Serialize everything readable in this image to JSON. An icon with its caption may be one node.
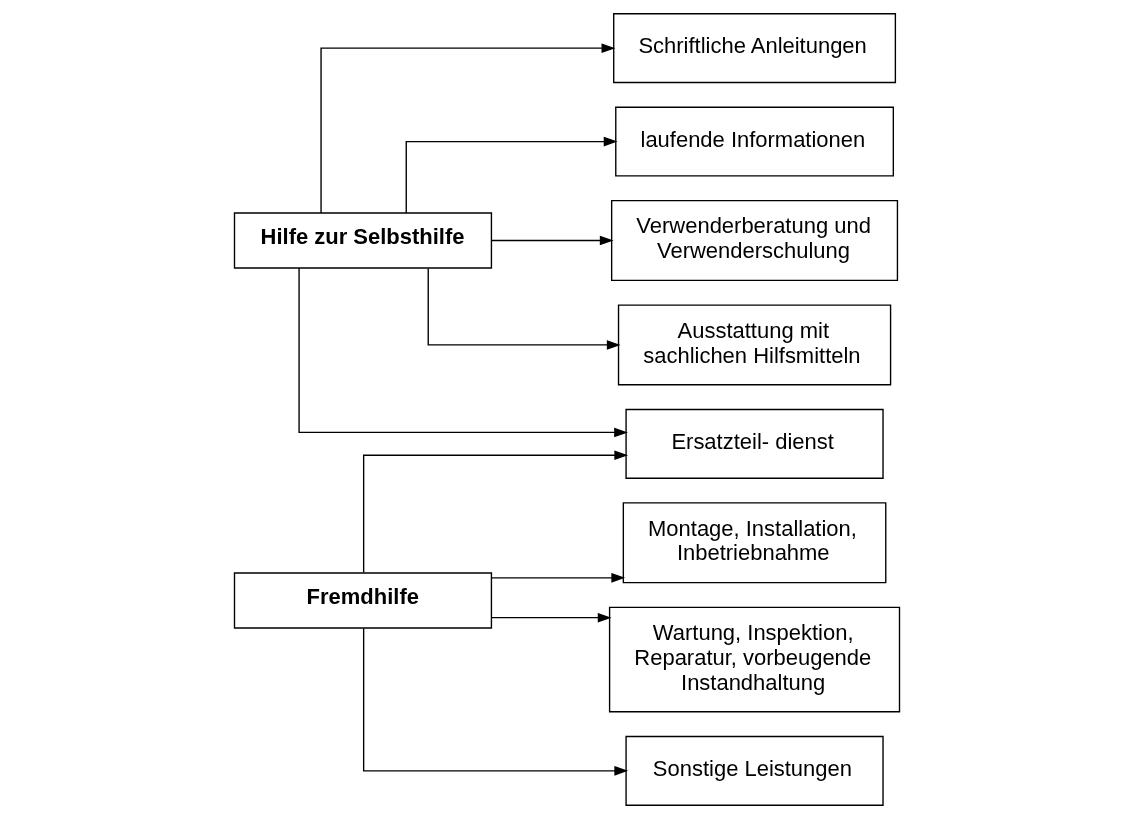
{
  "diagram": {
    "nodes": [
      {
        "text": [
          "Hilfe zur Selbsthilfe"
        ]
      },
      {
        "text": [
          "Fremdhilfe"
        ]
      },
      {
        "text": [
          "Schriftliche Anleitungen"
        ]
      },
      {
        "text": [
          "laufende Informationen"
        ]
      },
      {
        "text": [
          "Verwenderberatung und Verwenderschulung"
        ]
      },
      {
        "text": [
          "Ausstattung mit sachlichen Hilfsmitteln"
        ]
      },
      {
        "text": [
          "Ersatzteil- dienst"
        ]
      },
      {
        "text": [
          "Montage, Installation, Inbetriebnahme"
        ]
      },
      {
        "text": [
          "Wartung, Inspektion, Reparatur, vorbeugende Instandhaltung"
        ]
      },
      {
        "text": [
          "Sonstige Leistungen"
        ]
      }
    ],
    "edges": [
      {
        "from": 0,
        "to": 2,
        "arrow": "to"
      },
      {
        "from": 0,
        "to": 3,
        "arrow": "to"
      },
      {
        "from": 0,
        "to": 4,
        "arrow": "to"
      },
      {
        "from": 0,
        "to": 5,
        "arrow": "to"
      },
      {
        "from": 0,
        "to": 6,
        "arrow": "to"
      },
      {
        "from": 1,
        "to": 6,
        "arrow": "to"
      },
      {
        "from": 1,
        "to": 7,
        "arrow": "to"
      },
      {
        "from": 1,
        "to": 8,
        "arrow": "to"
      },
      {
        "from": 1,
        "to": 9,
        "arrow": "to"
      }
    ]
  }
}
